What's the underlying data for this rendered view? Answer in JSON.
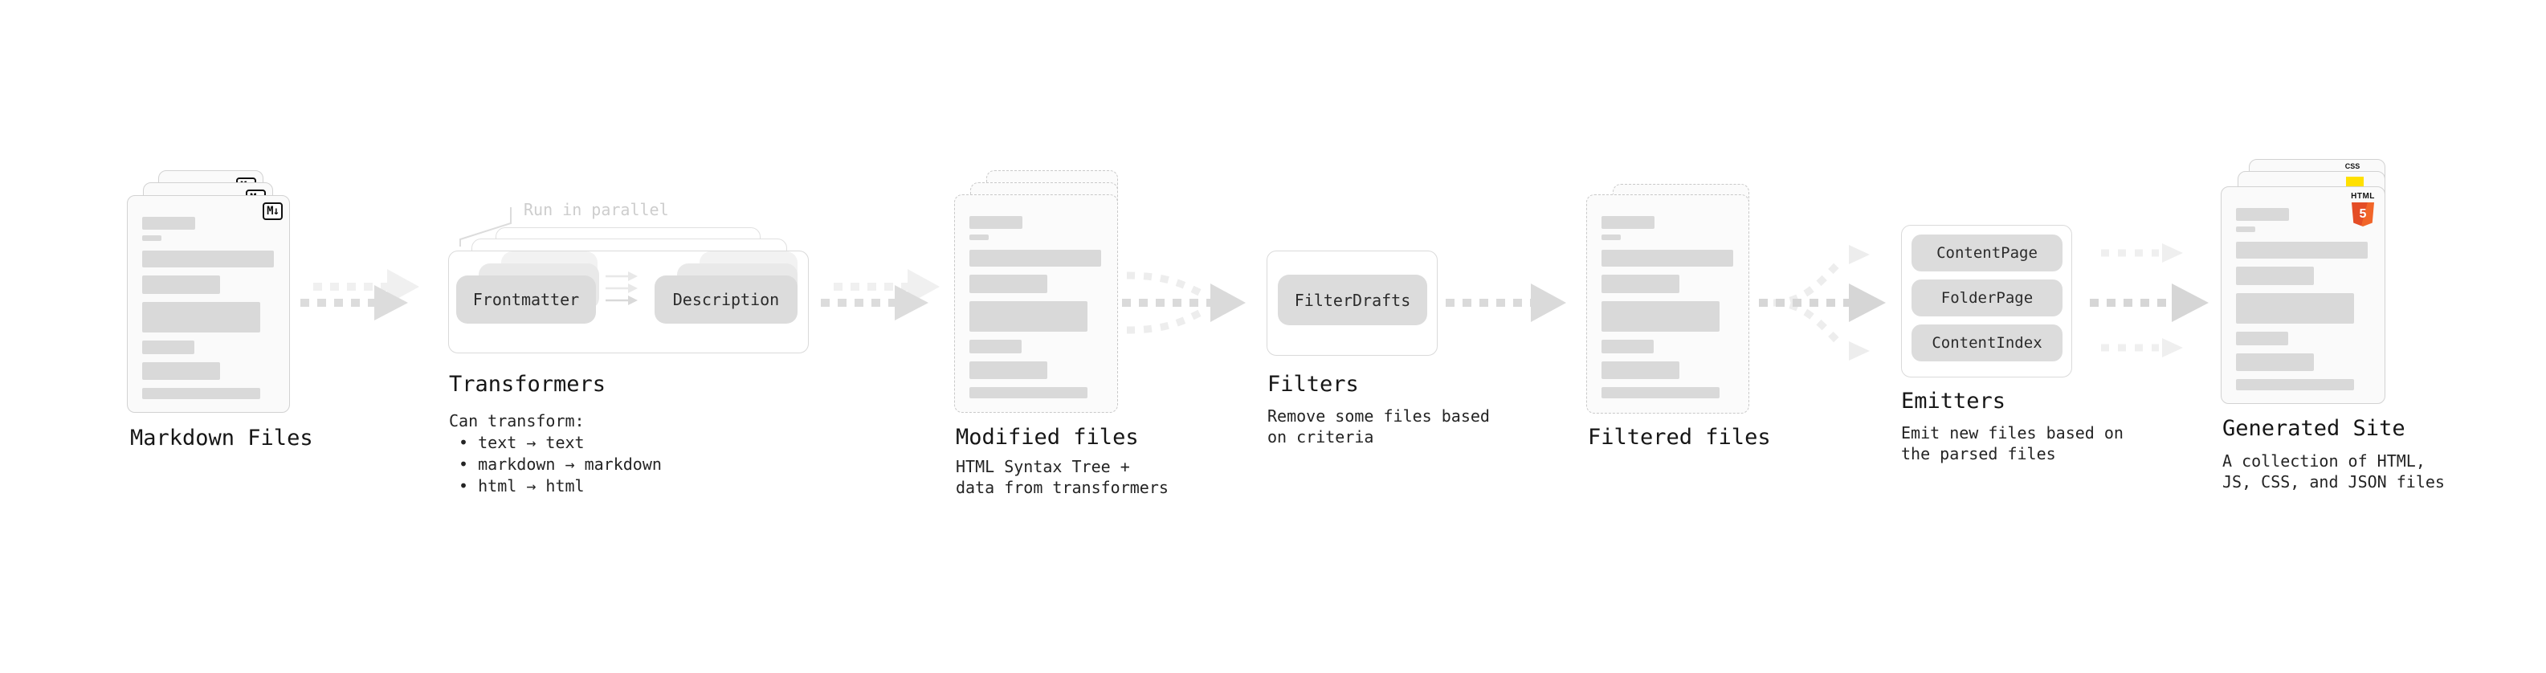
{
  "pipeline": {
    "markdown": {
      "title": "Markdown Files",
      "badge": "M↓"
    },
    "transformers": {
      "title": "Transformers",
      "note": "Run in parallel",
      "pill_left": "Frontmatter",
      "pill_right": "Description",
      "description": "Can transform:\n • text → text\n • markdown → markdown\n • html → html"
    },
    "modified": {
      "title": "Modified files",
      "description": "HTML Syntax Tree +\ndata from transformers"
    },
    "filters": {
      "title": "Filters",
      "pill": "FilterDrafts",
      "description": "Remove some files based\non criteria"
    },
    "filtered": {
      "title": "Filtered files"
    },
    "emitters": {
      "title": "Emitters",
      "pills": [
        "ContentPage",
        "FolderPage",
        "ContentIndex"
      ],
      "description": "Emit new files based on\nthe parsed files"
    },
    "generated": {
      "title": "Generated Site",
      "description": "A collection of HTML,\nJS, CSS, and JSON files",
      "css_badge": "CSS",
      "html_badge": "HTML",
      "html_number": "5"
    }
  },
  "colors": {
    "html5_orange": "#e44d26",
    "js_yellow": "#ffe000",
    "css_blue": "#2b62e9",
    "placeholder_bar": "#d9d9d9",
    "pill_gray": "#dcdcdc"
  }
}
